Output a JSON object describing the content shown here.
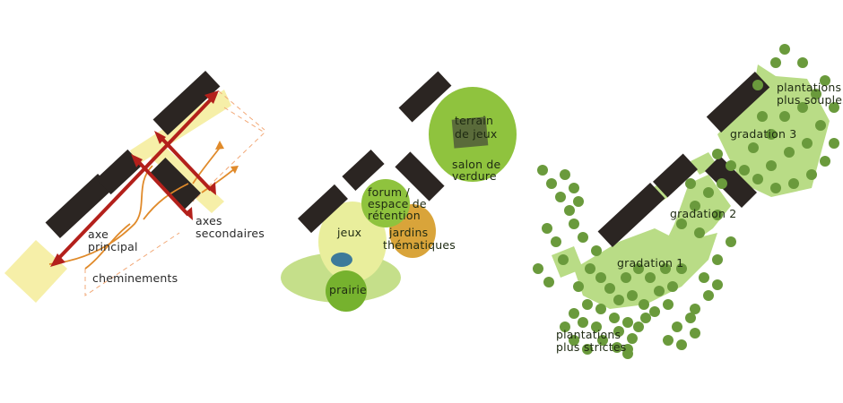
{
  "panel1": {
    "label_axe_principal": [
      "axe",
      "principal"
    ],
    "label_axes_secondaires": [
      "axes",
      "secondaires"
    ],
    "label_cheminements": "cheminements",
    "colors": {
      "buildings": "#2b2522",
      "axis": "#b3201b",
      "paths": "#e08a2a",
      "zone": "#f6efa8"
    }
  },
  "panel2": {
    "label_terrain": [
      "terrain",
      "de jeux"
    ],
    "label_salon": [
      "salon de",
      "verdure"
    ],
    "label_forum": [
      "forum /",
      "espace de",
      "rétention"
    ],
    "label_jardins": [
      "jardins",
      "thématiques"
    ],
    "label_jeux": "jeux",
    "label_prairie": "prairie",
    "colors": {
      "lawn": "#8fc33e",
      "light": "#c5df8a",
      "pale": "#e9ee9c",
      "orange": "#d9a43a",
      "pond": "#3d7a9a"
    }
  },
  "panel3": {
    "label_plantations_souples": [
      "plantations",
      "plus souples"
    ],
    "label_gradation3": "gradation 3",
    "label_gradation2": "gradation 2",
    "label_gradation1": "gradation 1",
    "label_plantations_strictes": [
      "plantations",
      "plus strictes"
    ],
    "colors": {
      "trees": "#6a9a3c",
      "zone": "#b9dc86"
    }
  }
}
